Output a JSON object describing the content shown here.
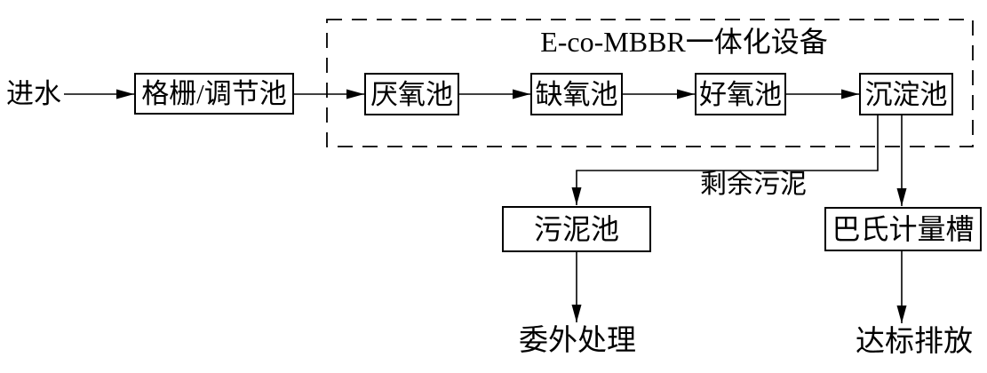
{
  "diagram": {
    "influent": "进水",
    "group": {
      "title": "E-co-MBBR一体化设备"
    },
    "nodes": {
      "screen": "格栅/调节池",
      "anaerobic": "厌氧池",
      "anoxic": "缺氧池",
      "aerobic": "好氧池",
      "sedimentation": "沉淀池",
      "sludge": "污泥池",
      "parshall": "巴氏计量槽"
    },
    "labels": {
      "excess_sludge": "剩余污泥",
      "outsourced": "委外处理",
      "discharge": "达标排放"
    },
    "colors": {
      "line": "#000000",
      "background": "#ffffff"
    }
  }
}
